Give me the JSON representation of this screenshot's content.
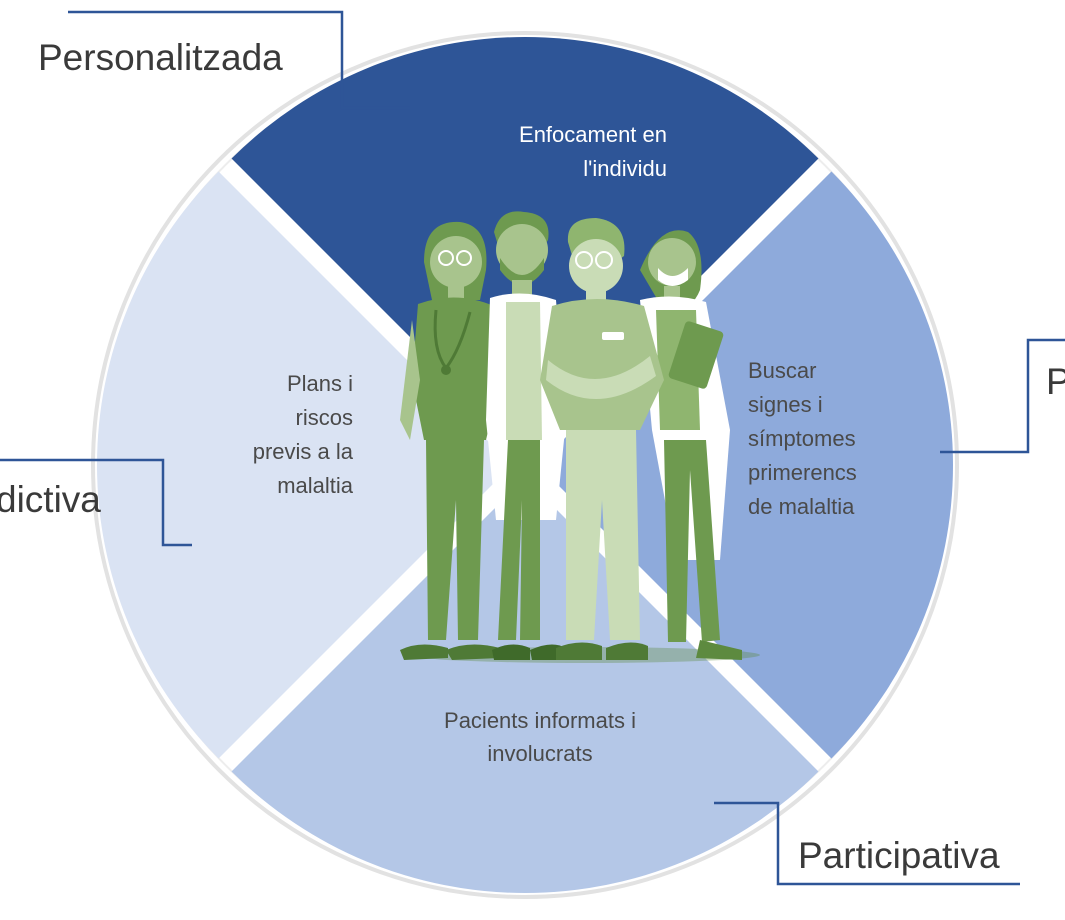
{
  "segments": {
    "top": {
      "lines": [
        "Enfocament en",
        "l'individu"
      ],
      "color": "#2e5597",
      "text_color": "#ffffff"
    },
    "right": {
      "lines": [
        "Buscar",
        "signes i",
        "símptomes",
        "primerencs",
        "de malaltia"
      ],
      "color": "#8eaadb",
      "text_color": "#4a4a4a"
    },
    "bottom": {
      "lines": [
        "Pacients informats i",
        "involucrats"
      ],
      "color": "#b4c7e7",
      "text_color": "#4a4a4a"
    },
    "left": {
      "lines": [
        "Plans i",
        "riscos",
        "previs a la",
        "malaltia"
      ],
      "color": "#dae3f3",
      "text_color": "#4a4a4a"
    }
  },
  "outer_labels": {
    "top_left": "Personalitzada",
    "left": "dictiva",
    "right": "P",
    "bottom_right": "Participativa"
  },
  "illustration": {
    "label": "medical-team-illustration",
    "figure_color": "#6e9a4f",
    "figure_light": "#a8c48d",
    "coat_color": "#ffffff"
  },
  "colors": {
    "ring": "#e3e3e3",
    "connector": "#2e5597",
    "label_text": "#3a3a3a"
  }
}
